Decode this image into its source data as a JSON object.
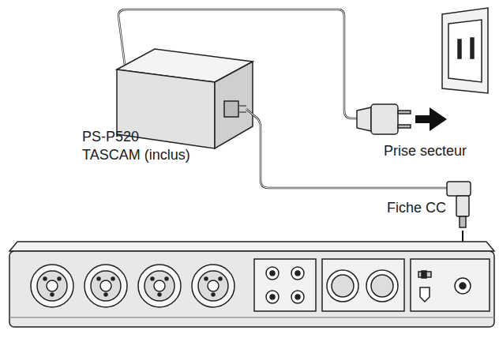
{
  "diagram": {
    "labels": [
      "PS-P520 TASCAM (inclus)",
      "Prise secteur",
      "Fiche CC"
    ]
  }
}
